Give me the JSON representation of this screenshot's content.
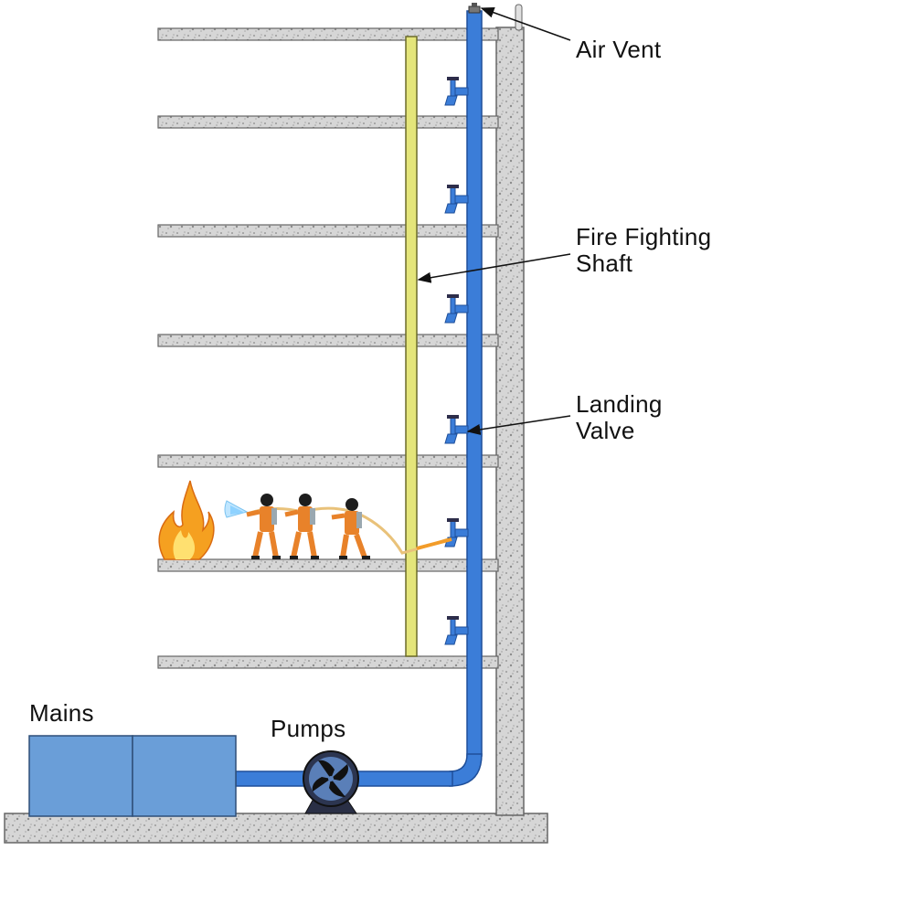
{
  "labels": {
    "air_vent": "Air Vent",
    "fire_shaft_line1": "Fire Fighting",
    "fire_shaft_line2": "Shaft",
    "landing_valve_line1": "Landing",
    "landing_valve_line2": "Valve",
    "mains": "Mains",
    "pumps": "Pumps"
  },
  "counts": {
    "floors": 7,
    "landing_valves": 6,
    "firefighters": 3
  },
  "colors": {
    "pipe": "#3b7dd8",
    "pipe_outline": "#1f4f9a",
    "slab": "#d4d4d4",
    "shaft": "#e4e57a",
    "tank": "#6a9ed8",
    "flame": "#f5a020",
    "firefighter": "#e8822a",
    "hose": "#e9c27a"
  },
  "icons": [
    "air-vent-icon",
    "landing-valve-icon",
    "pump-icon",
    "fire-icon",
    "firefighter-icon",
    "water-spray-icon"
  ]
}
